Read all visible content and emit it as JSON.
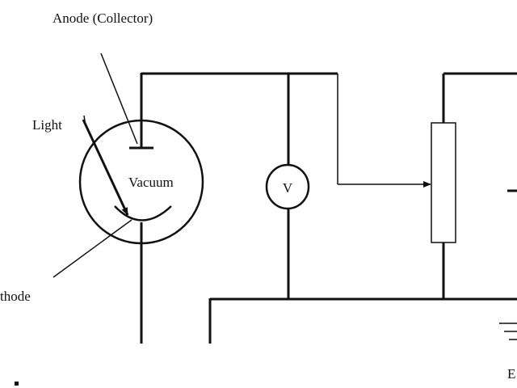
{
  "labels": {
    "anode": "Anode (Collector)",
    "light": "Light",
    "vacuum": "Vacuum",
    "cathode": "thode",
    "voltmeter": "V",
    "battery": "E"
  },
  "colors": {
    "line": "#111111",
    "background": "#ffffff"
  }
}
